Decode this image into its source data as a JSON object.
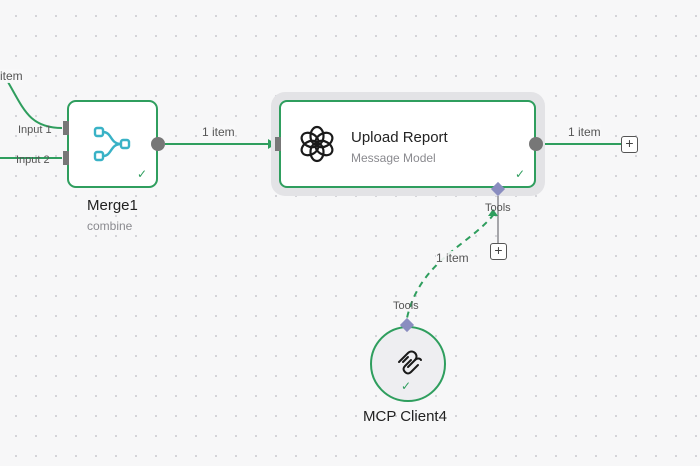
{
  "canvas": {
    "incoming_edge_label": "item",
    "merge_edge_label": "1 item",
    "upload_out_edge_label": "1 item",
    "tools_edge_label": "1 item"
  },
  "merge_node": {
    "title": "Merge1",
    "subtitle": "combine",
    "input_1_label": "Input 1",
    "input_2_label": "Input 2",
    "icon": "merge-icon",
    "status": "success"
  },
  "upload_node": {
    "title": "Upload Report",
    "subtitle": "Message Model",
    "tools_label": "Tools",
    "icon": "openai-icon",
    "status": "success"
  },
  "mcp_node": {
    "title": "MCP Client4",
    "tools_label": "Tools",
    "icon": "mcp-icon",
    "status": "success"
  },
  "colors": {
    "success_green": "#2f9e5e",
    "tool_diamond": "#8a8dc0",
    "canvas_background": "#f7f7f8"
  }
}
